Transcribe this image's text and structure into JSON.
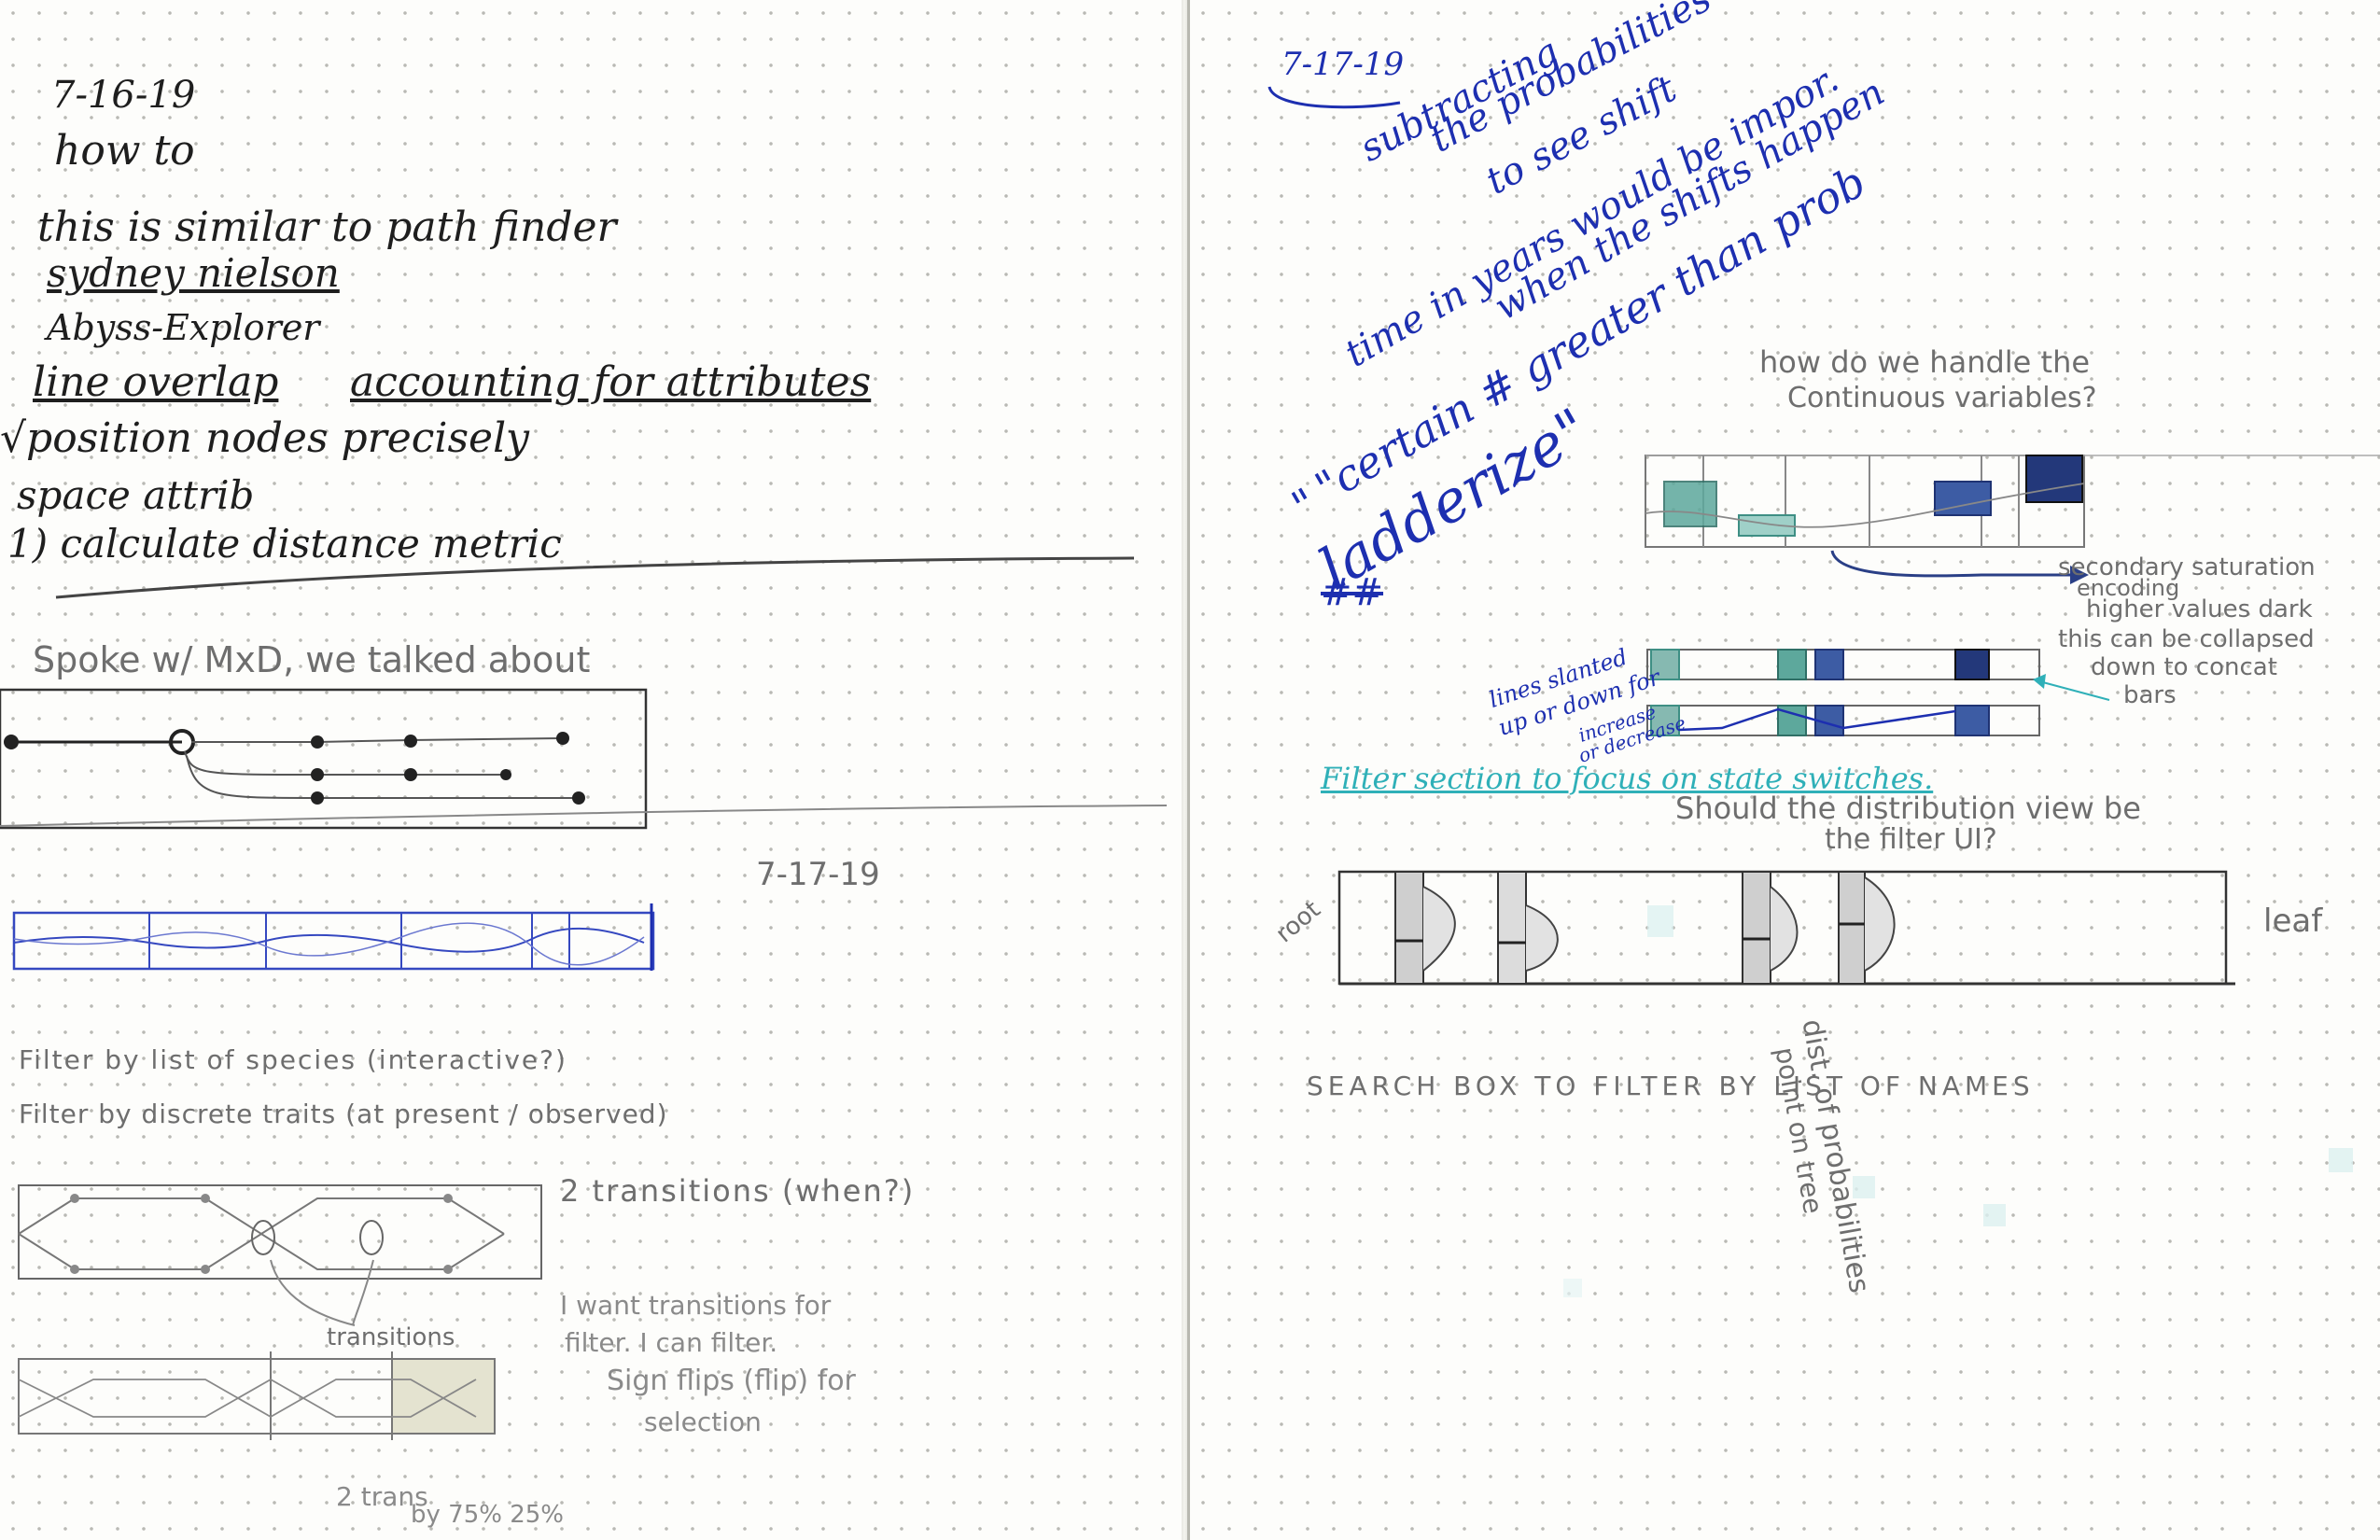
{
  "left_page": {
    "date_top": "7-16-19",
    "lines": [
      "how to",
      "this is similar to path finder",
      "sydney nielson",
      "Abyss-Explorer",
      "line overlap",
      "accounting for attributes",
      "√position nodes precisely",
      "space attrib",
      "1) calculate distance metric"
    ],
    "spoke": "Spoke w/ MxD, we talked about",
    "date_mid": "7-17-19",
    "filter_species": "Filter by list of species (interactive?)",
    "filter_traits": "Filter by discrete traits (at present / observed)",
    "transitions_when": "2 transitions (when?)",
    "transitions_label": "transitions",
    "want_transitions": [
      "I want transitions for",
      "filter. I can filter.",
      "Sign flips (flip) for",
      "selection"
    ],
    "two_trans": "2 trans",
    "pcts": "by 75% 25%"
  },
  "right_page": {
    "date": "7-17-19",
    "blue_notes": [
      "subtracting",
      "the probabilities",
      "to see shift",
      "time in years would be impor.",
      "when the shifts happen",
      "\"certain # greater than prob",
      "\"",
      "ladderize\"",
      "##"
    ],
    "continuous_q": [
      "how do we handle the",
      "Continuous variables?"
    ],
    "secondary": [
      "secondary saturation",
      "encoding",
      "higher values dark",
      "this can be collapsed",
      "down to concat",
      "bars"
    ],
    "lines_slanted": [
      "lines slanted",
      "up or down for",
      "increase",
      "or decrease"
    ],
    "filter_section": "Filter section to focus on state switches.",
    "distribution_q": [
      "Should the distribution view be",
      "the filter UI?"
    ],
    "root": "root",
    "leaf": "leaf",
    "search_box": "SEARCH BOX TO FILTER BY LIST OF NAMES",
    "vertical_note": [
      "dist. of probabilities",
      "point on tree"
    ]
  },
  "colors": {
    "ink": "#1e1e1e",
    "pencil": "#6e6e6e",
    "blue_pen": "#1d2fb0",
    "teal": "#2fb0b8",
    "navy_fill": "#2a3f86",
    "green_fill": "#3e8f84"
  }
}
